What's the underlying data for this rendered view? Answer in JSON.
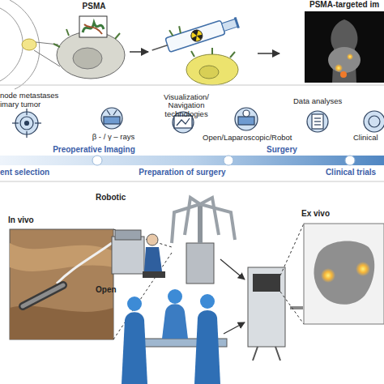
{
  "diagram": {
    "nodes": [
      {
        "text": [
          "PSMA-targeted im"
        ]
      },
      {
        "text": [
          "In vivo"
        ]
      },
      {
        "text": [
          "Ex vivo"
        ]
      }
    ],
    "labels": [
      "PSMA",
      "node metastases",
      "imary tumor",
      "β - / γ – rays",
      "Visualization/ Navigation technologies",
      "Open/Laparoscopic/Robot",
      "Data analyses",
      "Clinical",
      "Preoperative Imaging",
      "Surgery",
      "ent selection",
      "Preparation of surgery",
      "Clinical trials",
      "Robotic",
      "Open"
    ]
  }
}
